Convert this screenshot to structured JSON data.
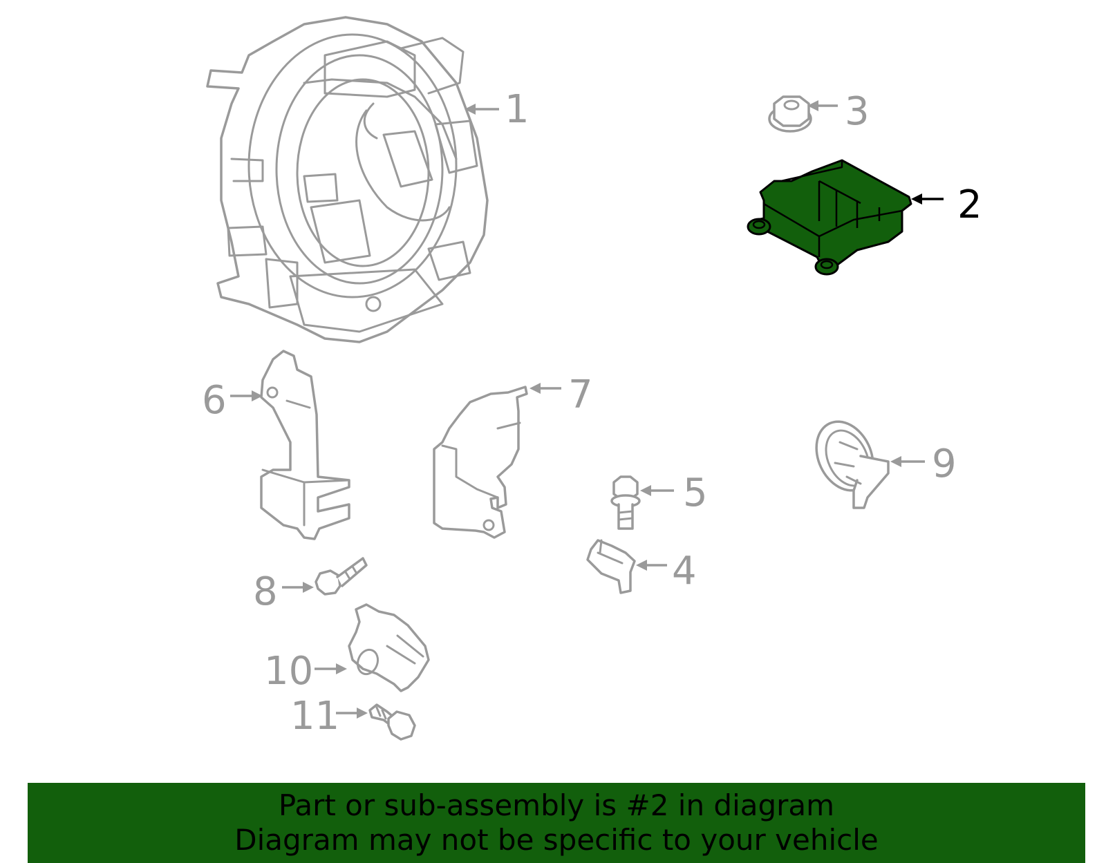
{
  "colors": {
    "highlight_fill": "#125f0c",
    "banner_background": "#125f0c",
    "part_stroke": "#9a9a9a",
    "highlight_stroke": "#000000"
  },
  "callouts": {
    "c1": "1",
    "c2": "2",
    "c3": "3",
    "c4": "4",
    "c5": "5",
    "c6": "6",
    "c7": "7",
    "c8": "8",
    "c9": "9",
    "c10": "10",
    "c11": "11"
  },
  "highlighted_part": "2",
  "banner": {
    "line1": "Part or sub-assembly is #2 in diagram",
    "line2": "Diagram may not be specific to your vehicle"
  }
}
